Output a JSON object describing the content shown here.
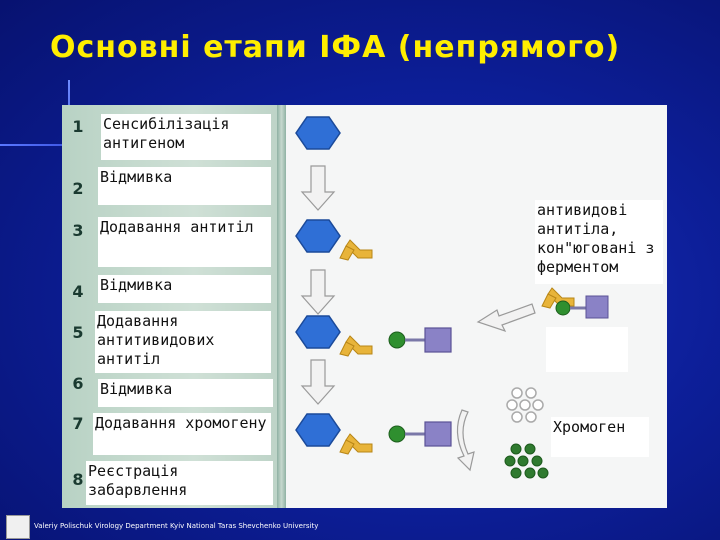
{
  "title": "Основні етапи ІФА (непрямого)",
  "steps": [
    {
      "num": "1",
      "label": "Сенсибілізація антигеном"
    },
    {
      "num": "2",
      "label": "Відмивка"
    },
    {
      "num": "3",
      "label": "Додавання антитіл"
    },
    {
      "num": "4",
      "label": "Відмивка"
    },
    {
      "num": "5",
      "label": "Додавання антитивидових антитіл"
    },
    {
      "num": "6",
      "label": "Відмивка"
    },
    {
      "num": "7",
      "label": "Додавання хромогену"
    },
    {
      "num": "8",
      "label": "Реєстрація забарвлення"
    }
  ],
  "side_labels": {
    "conjugate": "антивидові антитіла, кон\"юговані з ферментом",
    "chromogen": "Хромоген"
  },
  "footer": "Valeriy Polischuk Virology Department Kyiv National Taras Shevchenko University",
  "colors": {
    "title": "#ffee00",
    "antigen": "#2f6fd6",
    "antibody": "#e8b43a",
    "enzyme": "#8a82c6",
    "linker": "#2f8f2f",
    "chromogen_product": "#2f7a2f"
  },
  "icons": [
    "hexagon-antigen-icon",
    "y-antibody-icon",
    "enzyme-conjugate-icon",
    "arrow-down-icon",
    "curved-arrow-icon"
  ]
}
